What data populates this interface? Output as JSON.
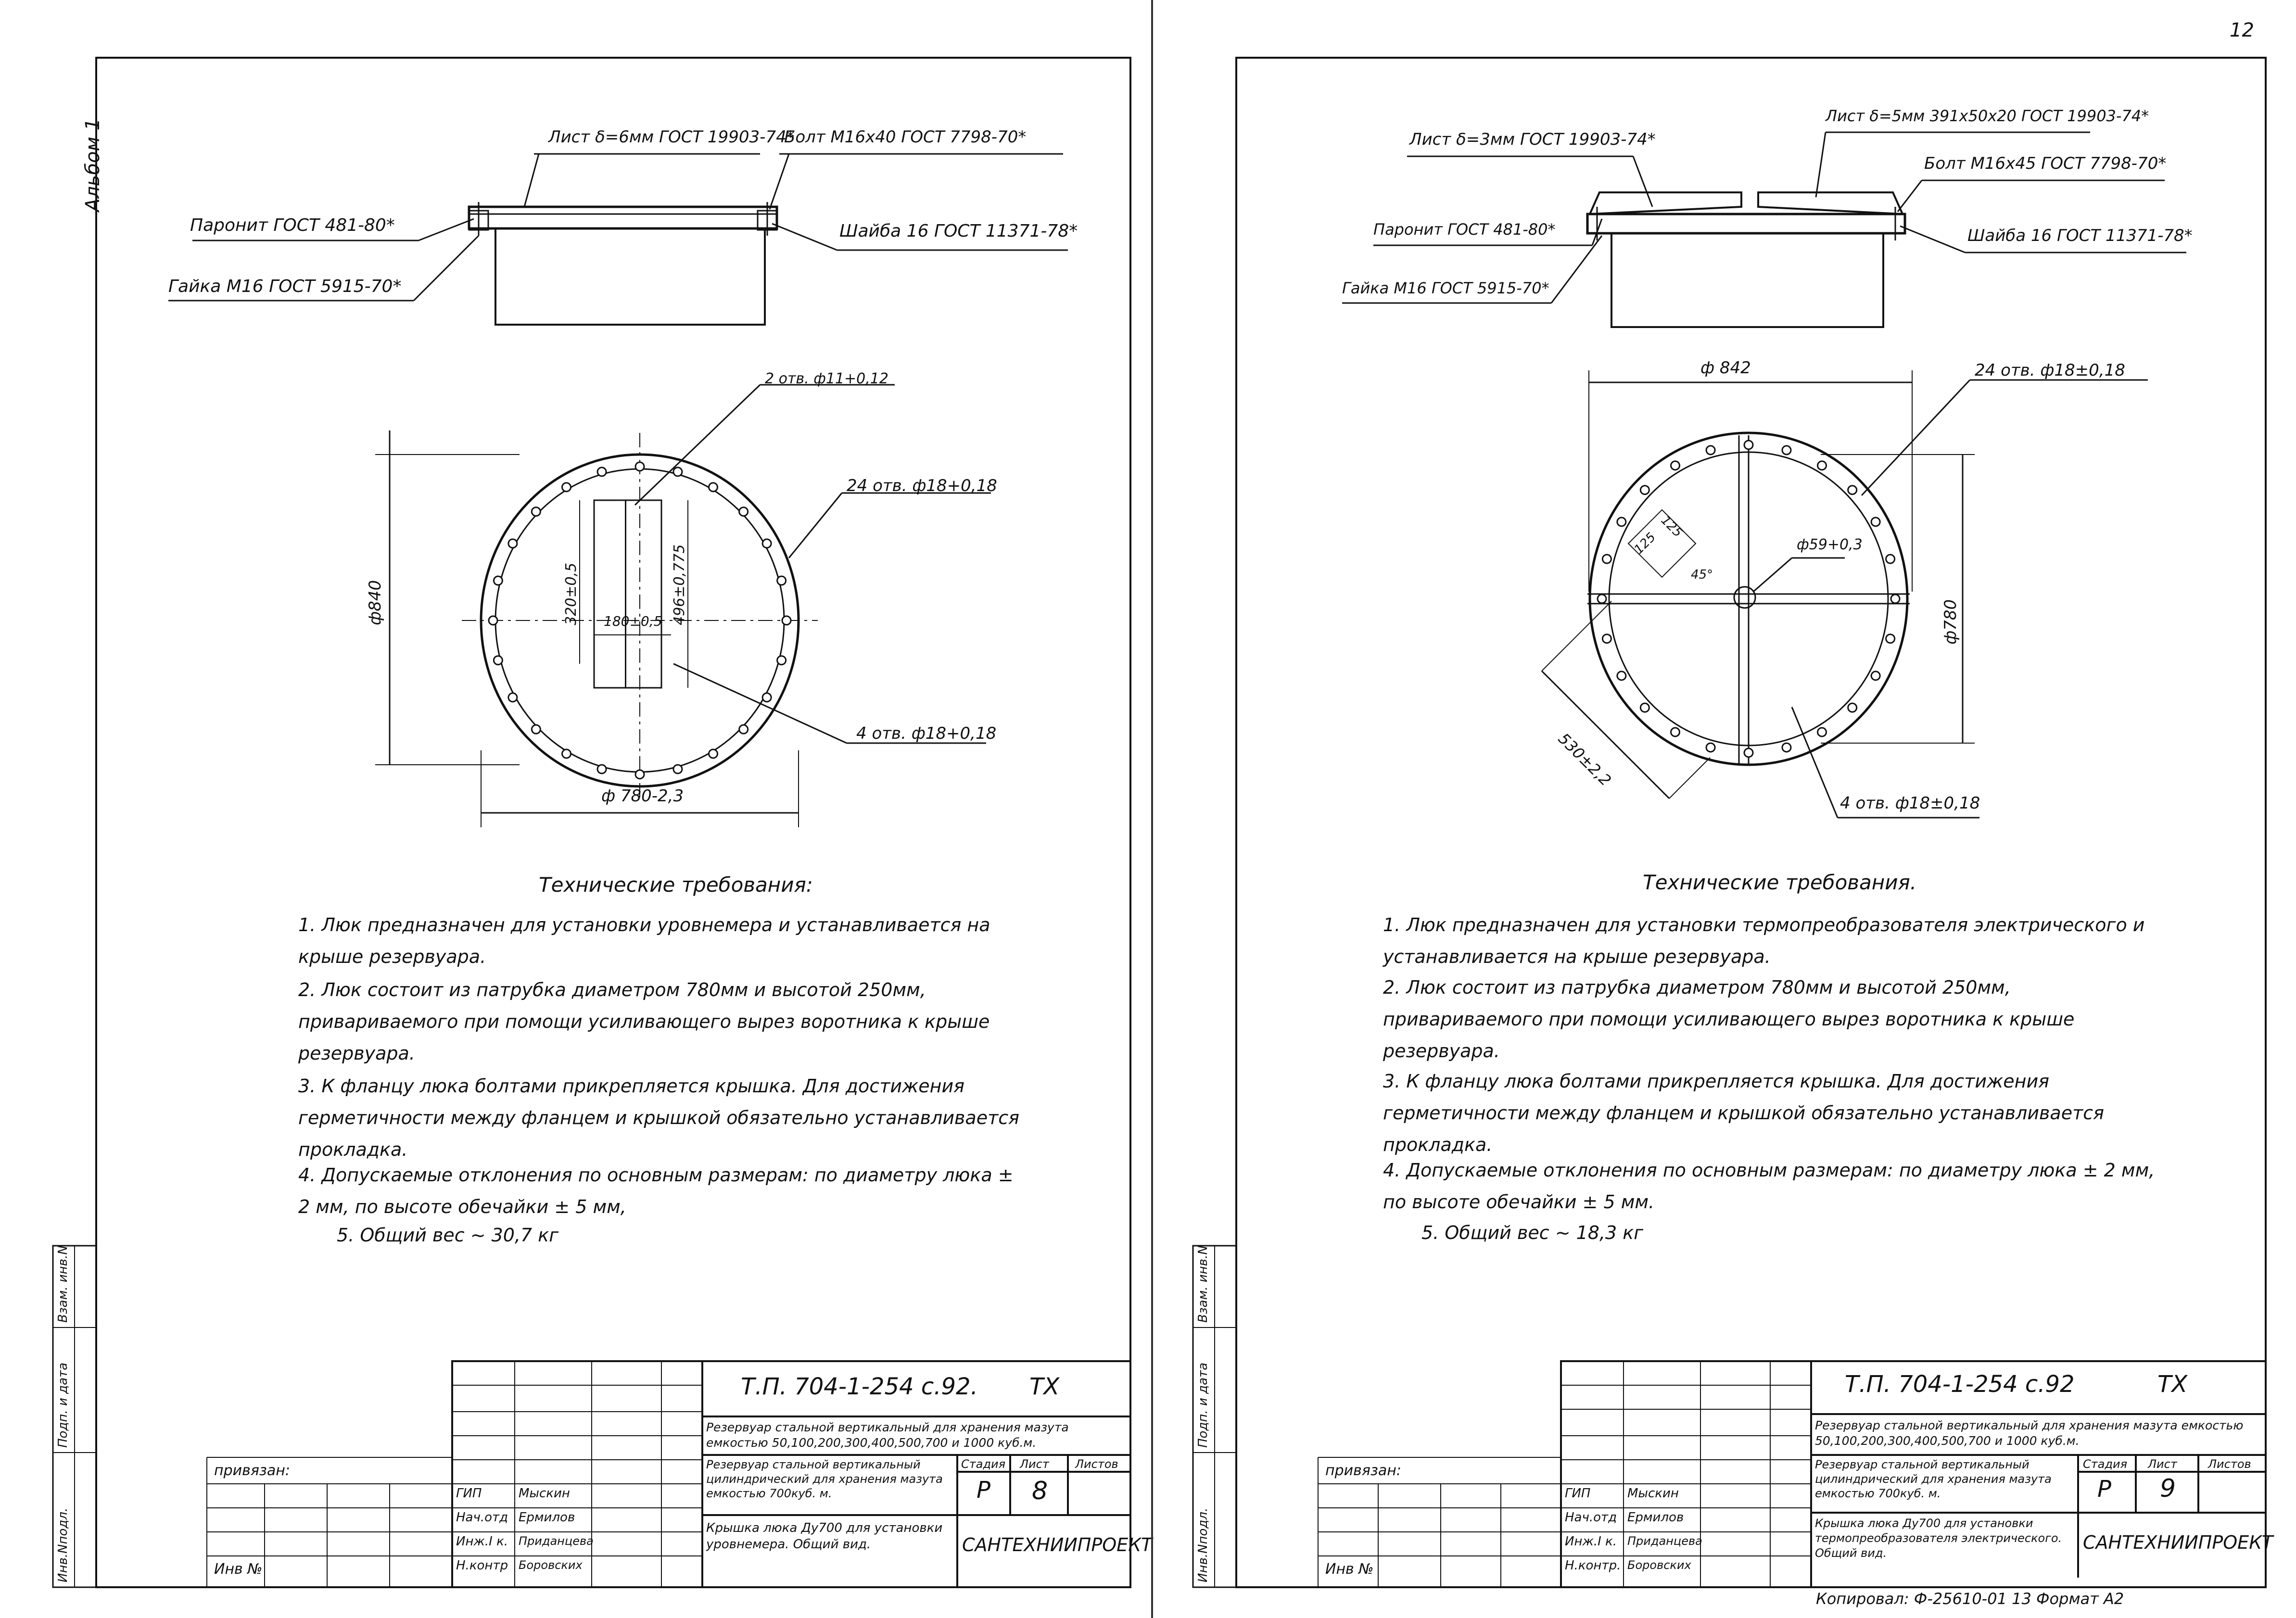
{
  "album_label": "Альбом 1",
  "corner_page": "12",
  "copy_note": "Копировал: Ф-25610-01  13  Формат А2",
  "sheets": [
    {
      "id": "left",
      "callouts": {
        "sheet_plate": "Лист δ=6мм ГОСТ 19903-74*",
        "bolt": "Болт М16х40 ГОСТ 7798-70*",
        "paronit": "Паронит ГОСТ 481-80*",
        "washer": "Шайба 16 ГОСТ 11371-78*",
        "nut": "Гайка М16 ГОСТ 5915-70*",
        "holes_top": "2 отв. ф11+0,12",
        "holes_24": "24 отв. ф18+0,18",
        "holes_4": "4 отв. ф18+0,18",
        "dim_vertical": "ф840",
        "dim_horizontal": "ф 780-2,3",
        "dim_320": "320±0,5",
        "dim_496": "496±0,775",
        "dim_180": "180±0,5"
      },
      "requirements_title": "Технические требования:",
      "requirements": [
        "1. Люк предназначен для установки уровнемера и устанавливается на крыше резервуара.",
        "2. Люк состоит из патрубка диаметром 780мм и высотой 250мм, привариваемого при помощи усиливающего вырез воротника к крыше резервуара.",
        "3. К фланцу люка болтами прикрепляется крышка. Для достижения герметичности между фланцем и крышкой обязательно устанавливается прокладка.",
        "4. Допускаемые отклонения по основным размерам: по диаметру люка ± 2 мм, по высоте обечайки ± 5 мм,",
        "5. Общий вес ~ 30,7 кг"
      ],
      "title_block": {
        "code": "Т.П. 704-1-254 с.92.",
        "suffix": "ТХ",
        "project": "Резервуар стальной вертикальный для хранения мазута емкостью 50,100,200,300,400,500,700 и 1000 куб.м.",
        "object": "Резервуар стальной вертикальный цилиндрический для хранения мазута емкостью 700куб. м.",
        "stage_label": "Стадия",
        "sheet_label": "Лист",
        "sheets_label": "Листов",
        "stage": "Р",
        "sheet": "8",
        "drawing": "Крышка люка Ду700 для установки уровнемера. Общий вид.",
        "org": "САНТЕХНИИПРОЕКТ",
        "privyazan": "привязан:",
        "inv": "Инв №",
        "roles": [
          "ГИП",
          "Нач.отд",
          "Инж.I к.",
          "Н.контр"
        ],
        "names": [
          "Мыскин",
          "Ермилов",
          "Приданцева",
          "Боровских"
        ],
        "side": [
          "Инв.Nподл.",
          "Подп. и дата",
          "Взам. инв.N"
        ]
      }
    },
    {
      "id": "right",
      "callouts": {
        "sheet_plate": "Лист δ=3мм ГОСТ 19903-74*",
        "sheet_top": "Лист δ=5мм 391х50х20 ГОСТ 19903-74*",
        "bolt": "Болт М16х45 ГОСТ 7798-70*",
        "paronit": "Паронит ГОСТ 481-80*",
        "washer": "Шайба 16 ГОСТ 11371-78*",
        "nut": "Гайка М16 ГОСТ 5915-70*",
        "holes_24": "24 отв. ф18±0,18",
        "holes_4": "4 отв. ф18±0,18",
        "dim_horizontal": "ф 842",
        "dim_vertical": "ф780",
        "dim_diag": "530±2,2",
        "dim_center": "ф59+0,3",
        "dim_125a": "125",
        "dim_125b": "125",
        "dim_45": "45°"
      },
      "requirements_title": "Технические требования.",
      "requirements": [
        "1. Люк предназначен для установки термопреобразователя электрического и устанавливается на крыше резервуара.",
        "2. Люк состоит из патрубка диаметром 780мм и высотой 250мм, привариваемого при помощи усиливающего вырез воротника к крыше резервуара.",
        "3. К фланцу люка болтами прикрепляется крышка. Для достижения герметичности между фланцем и крышкой обязательно устанавливается прокладка.",
        "4. Допускаемые отклонения по основным размерам: по диаметру люка ± 2 мм, по высоте обечайки ± 5 мм.",
        "5. Общий вес ~ 18,3 кг"
      ],
      "title_block": {
        "code": "Т.П. 704-1-254 с.92",
        "suffix": "ТХ",
        "project": "Резервуар стальной вертикальный для хранения мазута емкостью 50,100,200,300,400,500,700 и 1000 куб.м.",
        "object": "Резервуар стальной вертикальный цилиндрический для хранения мазута емкостью 700куб. м.",
        "stage_label": "Стадия",
        "sheet_label": "Лист",
        "sheets_label": "Листов",
        "stage": "Р",
        "sheet": "9",
        "drawing": "Крышка люка Ду700 для установки термопреобразователя электрического. Общий вид.",
        "org": "САНТЕХНИИПРОЕКТ",
        "privyazan": "привязан:",
        "inv": "Инв №",
        "roles": [
          "ГИП",
          "Нач.отд",
          "Инж.I к.",
          "Н.контр."
        ],
        "names": [
          "Мыскин",
          "Ермилов",
          "Приданцева",
          "Боровских"
        ],
        "side": [
          "Инв.Nподл.",
          "Подп. и дата",
          "Взам. инв.N"
        ]
      }
    }
  ]
}
